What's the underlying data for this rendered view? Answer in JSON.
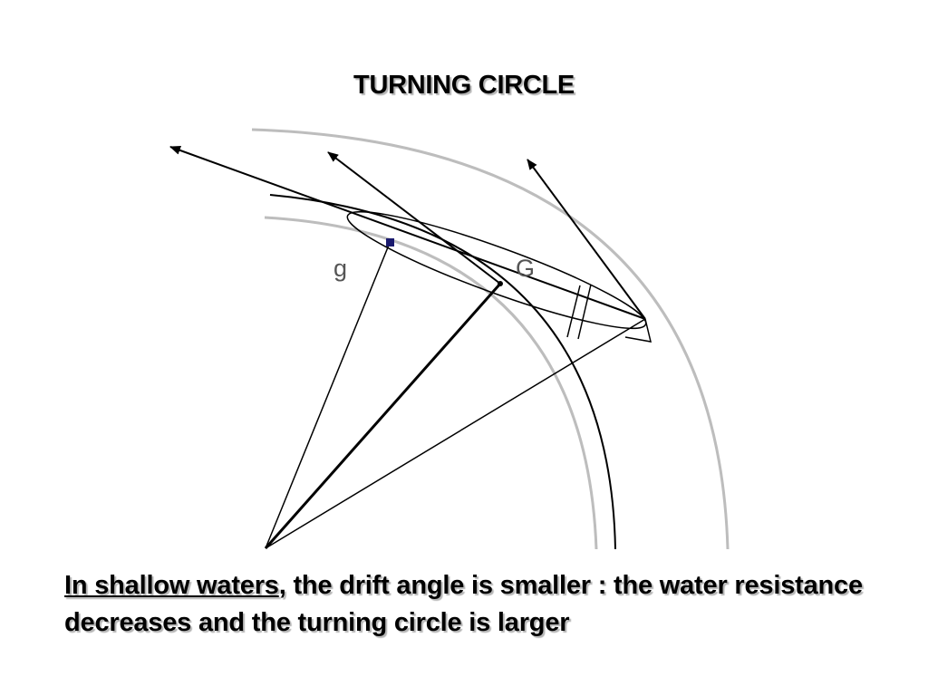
{
  "slide": {
    "title": "TURNING CIRCLE",
    "caption_lead": "In shallow waters",
    "caption_rest": ", the drift angle is smaller : the water resistance decreases and the turning circle is larger"
  },
  "diagram": {
    "point_labels": {
      "g": "g",
      "G": "G"
    },
    "colors": {
      "line": "#000000",
      "arc_grey": "#bdbdbd",
      "point_g": "#1a1a6e"
    }
  }
}
